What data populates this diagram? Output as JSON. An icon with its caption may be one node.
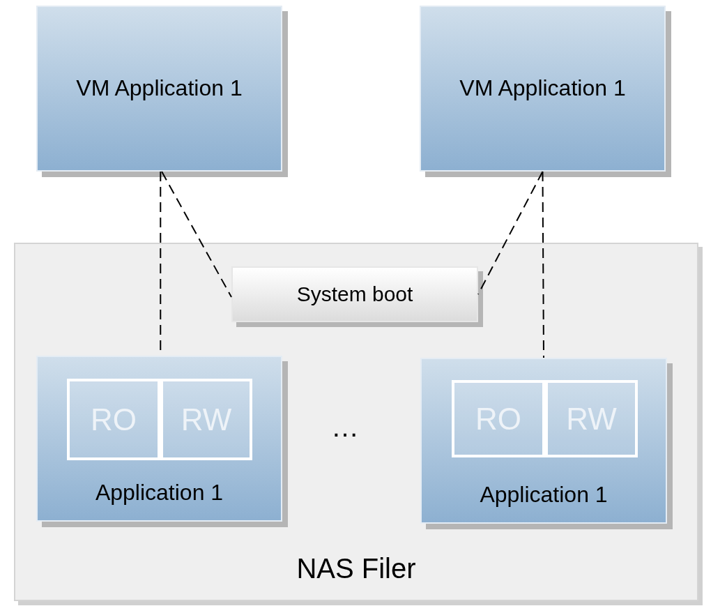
{
  "diagram": {
    "nodes": [
      {
        "text": [
          "VM Application 1"
        ]
      },
      {
        "text": [
          "VM Application 1"
        ]
      },
      {
        "text": [
          "NAS Filer"
        ]
      },
      {
        "text": [
          "System boot"
        ],
        "in": 2
      },
      {
        "text": [
          "Application 1"
        ],
        "in": 2
      },
      {
        "text": [
          "RO"
        ],
        "in": 4
      },
      {
        "text": [
          "RW"
        ],
        "in": 4
      },
      {
        "text": [
          "Application 1"
        ],
        "in": 2
      },
      {
        "text": [
          "RO"
        ],
        "in": 7
      },
      {
        "text": [
          "RW"
        ],
        "in": 7
      }
    ],
    "edges": [
      {
        "from": 0,
        "to": 4,
        "arrow": "none",
        "style": "dashed"
      },
      {
        "from": 0,
        "to": 3,
        "arrow": "none",
        "style": "dashed"
      },
      {
        "from": 1,
        "to": 3,
        "arrow": "none",
        "style": "dashed"
      },
      {
        "from": 1,
        "to": 7,
        "arrow": "none",
        "style": "dashed"
      }
    ],
    "labels": [
      "…"
    ]
  }
}
